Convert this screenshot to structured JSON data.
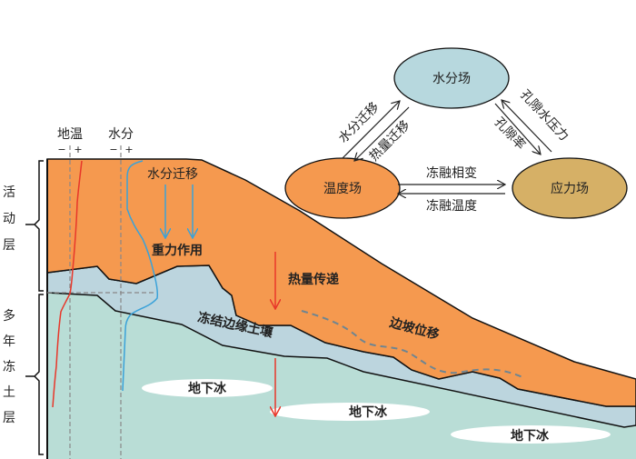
{
  "colors": {
    "active_layer": "#f5994f",
    "frozen_fringe": "#bcd5de",
    "permafrost": "#b9ddd6",
    "water_field": "#b7d8de",
    "temperature_field": "#f5994f",
    "stress_field": "#d6b066",
    "temperature_curve": "#e8372a",
    "moisture_curve": "#3aa2d9",
    "heat_arrow": "#e8372a"
  },
  "profile_axes": {
    "ground_temp": {
      "label": "地温",
      "minus": "−",
      "plus": "+"
    },
    "moisture": {
      "label": "水分",
      "minus": "−",
      "plus": "+"
    }
  },
  "layers": {
    "active_layer": [
      "活",
      "动",
      "层"
    ],
    "permafrost": [
      "多",
      "年",
      "冻",
      "土",
      "层"
    ]
  },
  "annotations": {
    "water_migration": "水分迁移",
    "gravity": "重力作用",
    "heat_transfer": "热量传递",
    "frozen_fringe": "冻结边缘土壤",
    "slope_displacement": "边坡位移",
    "ground_ice": [
      "地下冰",
      "地下冰",
      "地下冰"
    ]
  },
  "coupling": {
    "nodes": {
      "water": "水分场",
      "temperature": "温度场",
      "stress": "应力场"
    },
    "edges": {
      "temp_to_water": "水分迁移",
      "water_to_temp": "热量迁移",
      "stress_to_water": "孔隙水压力",
      "water_to_stress": "孔隙率",
      "temp_to_stress": "冻融相变",
      "stress_to_temp": "冻融温度"
    }
  }
}
